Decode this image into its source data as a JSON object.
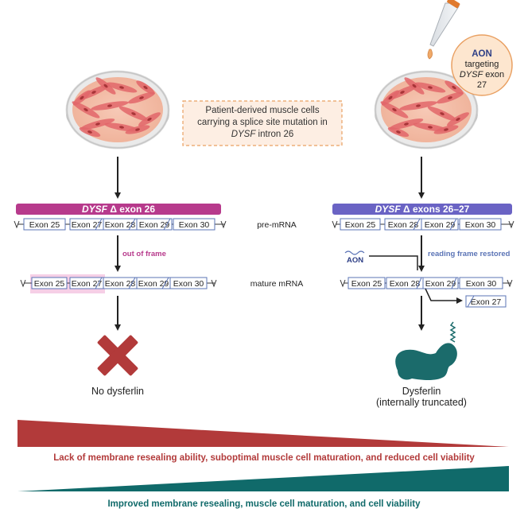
{
  "callout": {
    "line1": "Patient-derived muscle cells",
    "line2": "carrying a splice site mutation in",
    "line3_italic": "DYSF",
    "line3_rest": " intron 26"
  },
  "aon_bubble": {
    "line1": "AON",
    "line2": "targeting",
    "line3_italic": "DYSF",
    "line3_rest": " exon",
    "line4": "27"
  },
  "left_banner": {
    "gene": "DYSF",
    "rest": " Δ exon 26",
    "color": "#b73a8c"
  },
  "right_banner": {
    "gene": "DYSF",
    "rest": " Δ exons 26–27",
    "color": "#6a63c4"
  },
  "row_labels": {
    "pre": "pre-mRNA",
    "mature": "mature mRNA"
  },
  "left_pre_exons": [
    "Exon 25",
    "Exon 27",
    "Exon 28",
    "Exon 29",
    "Exon 30"
  ],
  "right_pre_exons": [
    "Exon 25",
    "Exon 28",
    "Exon 29",
    "Exon 30"
  ],
  "left_mature_exons": [
    "Exon 25",
    "Exon 27",
    "Exon 28",
    "Exon 29",
    "Exon 30"
  ],
  "right_mature_exons": [
    "Exon 25",
    "Exon 28",
    "Exon 29",
    "Exon 30"
  ],
  "skipped_exon": "Exon 27",
  "left_step_label": "out of frame",
  "right_step_label": "reading frame restored",
  "aon_label": "AON",
  "left_outcome": "No dysferlin",
  "right_outcome_line1": "Dysferlin",
  "right_outcome_line2": "(internally truncated)",
  "bottom_red_text": "Lack of membrane resealing ability, suboptimal muscle cell maturation, and reduced cell viability",
  "bottom_teal_text": "Improved membrane resealing, muscle cell maturation, and cell viability",
  "colors": {
    "red": "#b23a3a",
    "teal": "#106a6a",
    "magenta": "#b73a8c",
    "purple": "#6a63c4",
    "blue": "#5b74b6",
    "pink_highlight": "#f6cfe6",
    "callout": "#f0a968",
    "protein": "#1b6b6b"
  }
}
